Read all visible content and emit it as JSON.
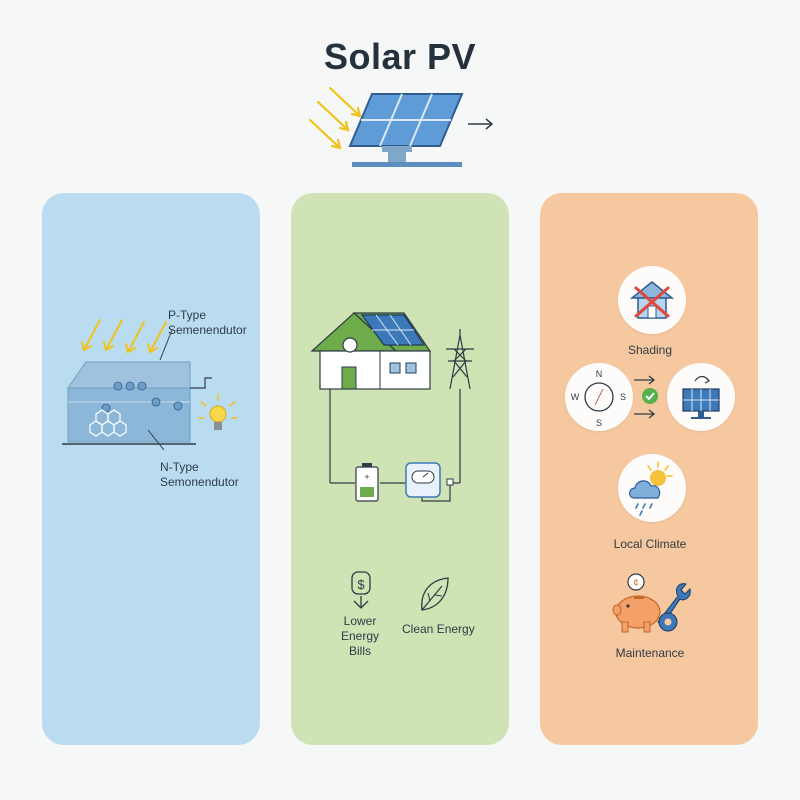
{
  "title": "Solar PV",
  "panels": {
    "photovoltaic": {
      "p_type_label_1": "P-Type",
      "p_type_label_2": "Semenendutor",
      "n_type_label_1": "N-Type",
      "n_type_label_2": "Semonendutor"
    },
    "benefits": {
      "bills_label_1": "Lower",
      "bills_label_2": "Energy",
      "bills_label_3": "Bills",
      "clean_label": "Clean Energy"
    },
    "factors": {
      "shading_label": "Shading",
      "compass_n": "N",
      "compass_s": "S",
      "compass_w": "W",
      "compass_e": "S",
      "climate_label": "Local Climate",
      "maintenance_label": "Maintenance"
    }
  },
  "colors": {
    "panel_blue": "#b9dcf1",
    "panel_green": "#cfe3b4",
    "panel_orange": "#f6c8a0",
    "ray_yellow": "#f2c21a",
    "solar_blue": "#3d79b8"
  }
}
